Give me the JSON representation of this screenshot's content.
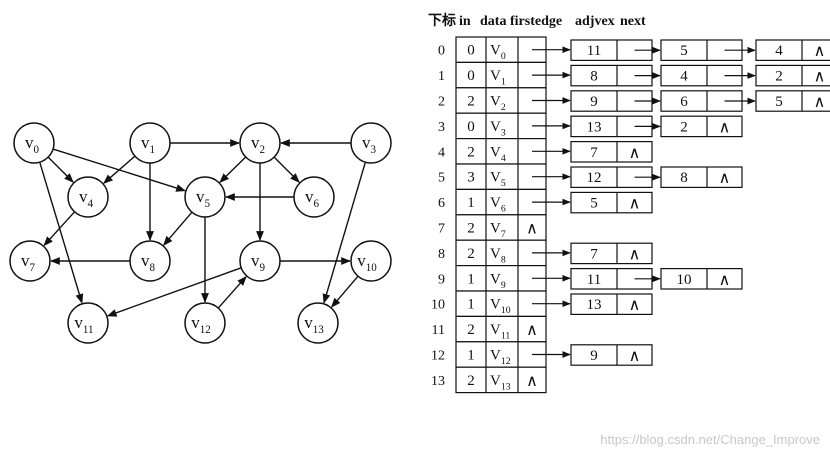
{
  "graph": {
    "nodes": [
      {
        "id": "v0",
        "label": "v",
        "sub": "0"
      },
      {
        "id": "v1",
        "label": "v",
        "sub": "1"
      },
      {
        "id": "v2",
        "label": "v",
        "sub": "2"
      },
      {
        "id": "v3",
        "label": "v",
        "sub": "3"
      },
      {
        "id": "v4",
        "label": "v",
        "sub": "4"
      },
      {
        "id": "v5",
        "label": "v",
        "sub": "5"
      },
      {
        "id": "v6",
        "label": "v",
        "sub": "6"
      },
      {
        "id": "v7",
        "label": "v",
        "sub": "7"
      },
      {
        "id": "v8",
        "label": "v",
        "sub": "8"
      },
      {
        "id": "v9",
        "label": "v",
        "sub": "9"
      },
      {
        "id": "v10",
        "label": "v",
        "sub": "10"
      },
      {
        "id": "v11",
        "label": "v",
        "sub": "11"
      },
      {
        "id": "v12",
        "label": "v",
        "sub": "12"
      },
      {
        "id": "v13",
        "label": "v",
        "sub": "13"
      }
    ],
    "edges": [
      [
        "v0",
        "v11"
      ],
      [
        "v0",
        "v5"
      ],
      [
        "v0",
        "v4"
      ],
      [
        "v1",
        "v8"
      ],
      [
        "v1",
        "v4"
      ],
      [
        "v1",
        "v2"
      ],
      [
        "v2",
        "v9"
      ],
      [
        "v2",
        "v6"
      ],
      [
        "v2",
        "v5"
      ],
      [
        "v3",
        "v13"
      ],
      [
        "v3",
        "v2"
      ],
      [
        "v4",
        "v7"
      ],
      [
        "v5",
        "v12"
      ],
      [
        "v5",
        "v8"
      ],
      [
        "v6",
        "v5"
      ],
      [
        "v8",
        "v7"
      ],
      [
        "v9",
        "v11"
      ],
      [
        "v9",
        "v10"
      ],
      [
        "v10",
        "v13"
      ],
      [
        "v12",
        "v9"
      ]
    ]
  },
  "table": {
    "header": {
      "index": "下标",
      "in": "in",
      "data": "data",
      "firstedge": "firstedge",
      "adjvex": "adjvex",
      "next": "next"
    },
    "null_symbol": "∧",
    "rows": [
      {
        "index": "0",
        "in": "0",
        "data": "V",
        "sub": "0",
        "adj": [
          "11",
          "5",
          "4"
        ]
      },
      {
        "index": "1",
        "in": "0",
        "data": "V",
        "sub": "1",
        "adj": [
          "8",
          "4",
          "2"
        ]
      },
      {
        "index": "2",
        "in": "2",
        "data": "V",
        "sub": "2",
        "adj": [
          "9",
          "6",
          "5"
        ]
      },
      {
        "index": "3",
        "in": "0",
        "data": "V",
        "sub": "3",
        "adj": [
          "13",
          "2"
        ]
      },
      {
        "index": "4",
        "in": "2",
        "data": "V",
        "sub": "4",
        "adj": [
          "7"
        ]
      },
      {
        "index": "5",
        "in": "3",
        "data": "V",
        "sub": "5",
        "adj": [
          "12",
          "8"
        ]
      },
      {
        "index": "6",
        "in": "1",
        "data": "V",
        "sub": "6",
        "adj": [
          "5"
        ]
      },
      {
        "index": "7",
        "in": "2",
        "data": "V",
        "sub": "7",
        "adj": []
      },
      {
        "index": "8",
        "in": "2",
        "data": "V",
        "sub": "8",
        "adj": [
          "7"
        ]
      },
      {
        "index": "9",
        "in": "1",
        "data": "V",
        "sub": "9",
        "adj": [
          "11",
          "10"
        ]
      },
      {
        "index": "10",
        "in": "1",
        "data": "V",
        "sub": "10",
        "adj": [
          "13"
        ]
      },
      {
        "index": "11",
        "in": "2",
        "data": "V",
        "sub": "11",
        "adj": []
      },
      {
        "index": "12",
        "in": "1",
        "data": "V",
        "sub": "12",
        "adj": [
          "9"
        ]
      },
      {
        "index": "13",
        "in": "2",
        "data": "V",
        "sub": "13",
        "adj": []
      }
    ]
  },
  "watermark": "https://blog.csdn.net/Change_Improve"
}
